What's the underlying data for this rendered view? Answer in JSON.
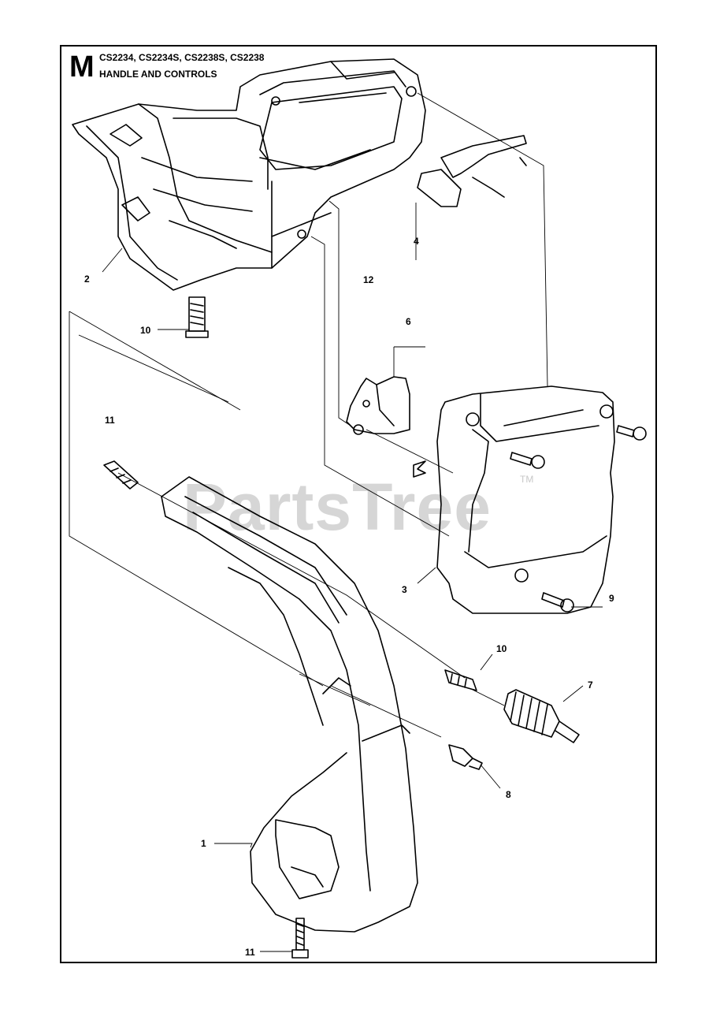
{
  "header": {
    "section_letter": "M",
    "models": "CS2234, CS2234S, CS2238S, CS2238",
    "title": "HANDLE AND CONTROLS"
  },
  "watermark": {
    "text": "PartsTree",
    "trademark": "TM"
  },
  "callouts": {
    "c1": "1",
    "c2": "2",
    "c3": "3",
    "c4": "4",
    "c6": "6",
    "c7": "7",
    "c8": "8",
    "c9": "9",
    "c10a": "10",
    "c10b": "10",
    "c11a": "11",
    "c11b": "11",
    "c12": "12"
  },
  "colors": {
    "line": "#000000",
    "watermark": "#d6d6d6",
    "background": "#ffffff"
  }
}
